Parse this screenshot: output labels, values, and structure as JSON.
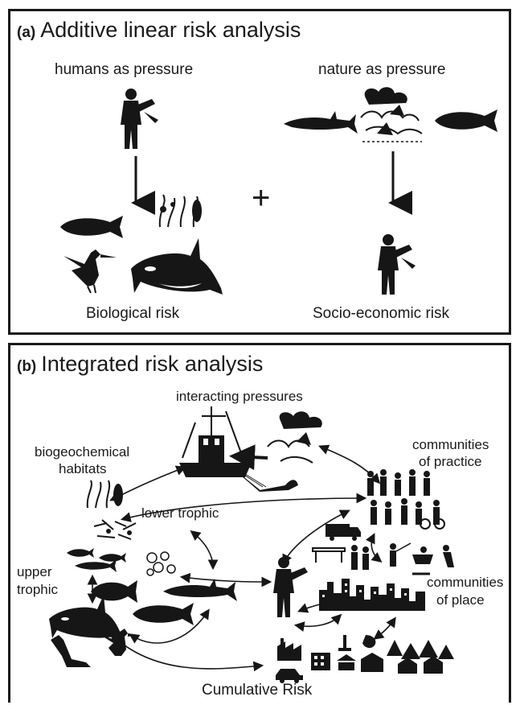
{
  "panel_a": {
    "letter": "(a)",
    "title": "Additive linear risk analysis",
    "left_label": "humans as pressure",
    "right_label": "nature as pressure",
    "plus": "+",
    "bottom_left": "Biological risk",
    "bottom_right": "Socio-economic risk"
  },
  "panel_b": {
    "letter": "(b)",
    "title": "Integrated risk analysis",
    "interacting": "interacting pressures",
    "biogeo_1": "biogeochemical",
    "biogeo_2": "habitats",
    "lower_trophic": "lower trophic",
    "upper_1": "upper",
    "upper_2": "trophic",
    "practice_1": "communities",
    "practice_2": "of practice",
    "place_1": "communities",
    "place_2": "of place",
    "cumulative": "Cumulative Risk"
  },
  "icons": [
    "fisher-icon",
    "shark-icon",
    "salmon-icon",
    "seaweed-icon",
    "cormorant-icon",
    "orca-icon",
    "storm-icon",
    "fishing-boat-icon",
    "net-icon",
    "plankton-icon",
    "fish-icon",
    "sea-lion-icon",
    "people-icon",
    "city-skyline-icon",
    "truck-icon",
    "trees-icon",
    "car-icon",
    "factory-icon"
  ]
}
